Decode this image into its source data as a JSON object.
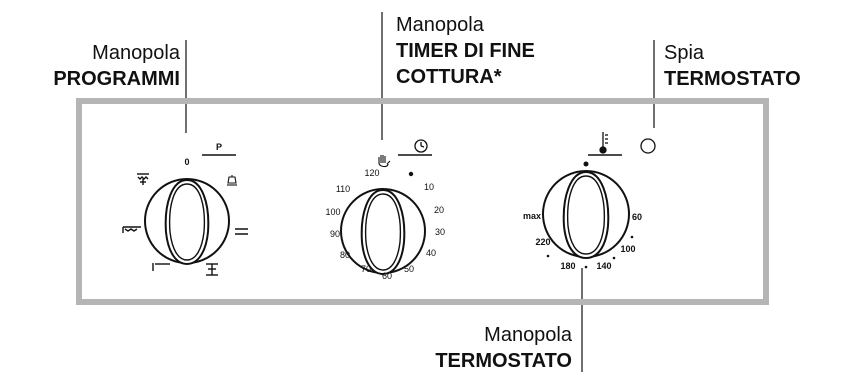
{
  "callouts": {
    "programmi": {
      "line1": "Manopola",
      "line2": "PROGRAMMI"
    },
    "timer": {
      "line1": "Manopola",
      "line2": "TIMER DI FINE",
      "line3": "COTTURA*"
    },
    "spia": {
      "line1": "Spia",
      "line2": "TERMOSTATO"
    },
    "termostato": {
      "line1": "Manopola",
      "line2": "TERMOSTATO"
    }
  },
  "knobs": {
    "programmi": {
      "symbol": "P",
      "zero_label": "0",
      "glyphs": [
        "grill-fan-icon",
        "oven-light-icon",
        "top-bottom-heat-icon",
        "bottom-heat-icon",
        "top-heat-icon",
        "grill-icon"
      ]
    },
    "timer": {
      "symbol_icon": "clock-icon",
      "manual_icon": "hand-icon",
      "scale": [
        "120",
        "10",
        "20",
        "30",
        "40",
        "50",
        "60",
        "70",
        "80",
        "90",
        "100",
        "110"
      ]
    },
    "termostato": {
      "symbol_icon": "thermometer-icon",
      "scale": [
        "max",
        "60",
        "100",
        "140",
        "180",
        "220"
      ]
    }
  },
  "colors": {
    "panel_border": "#b5b5b5",
    "ink": "#111111"
  }
}
